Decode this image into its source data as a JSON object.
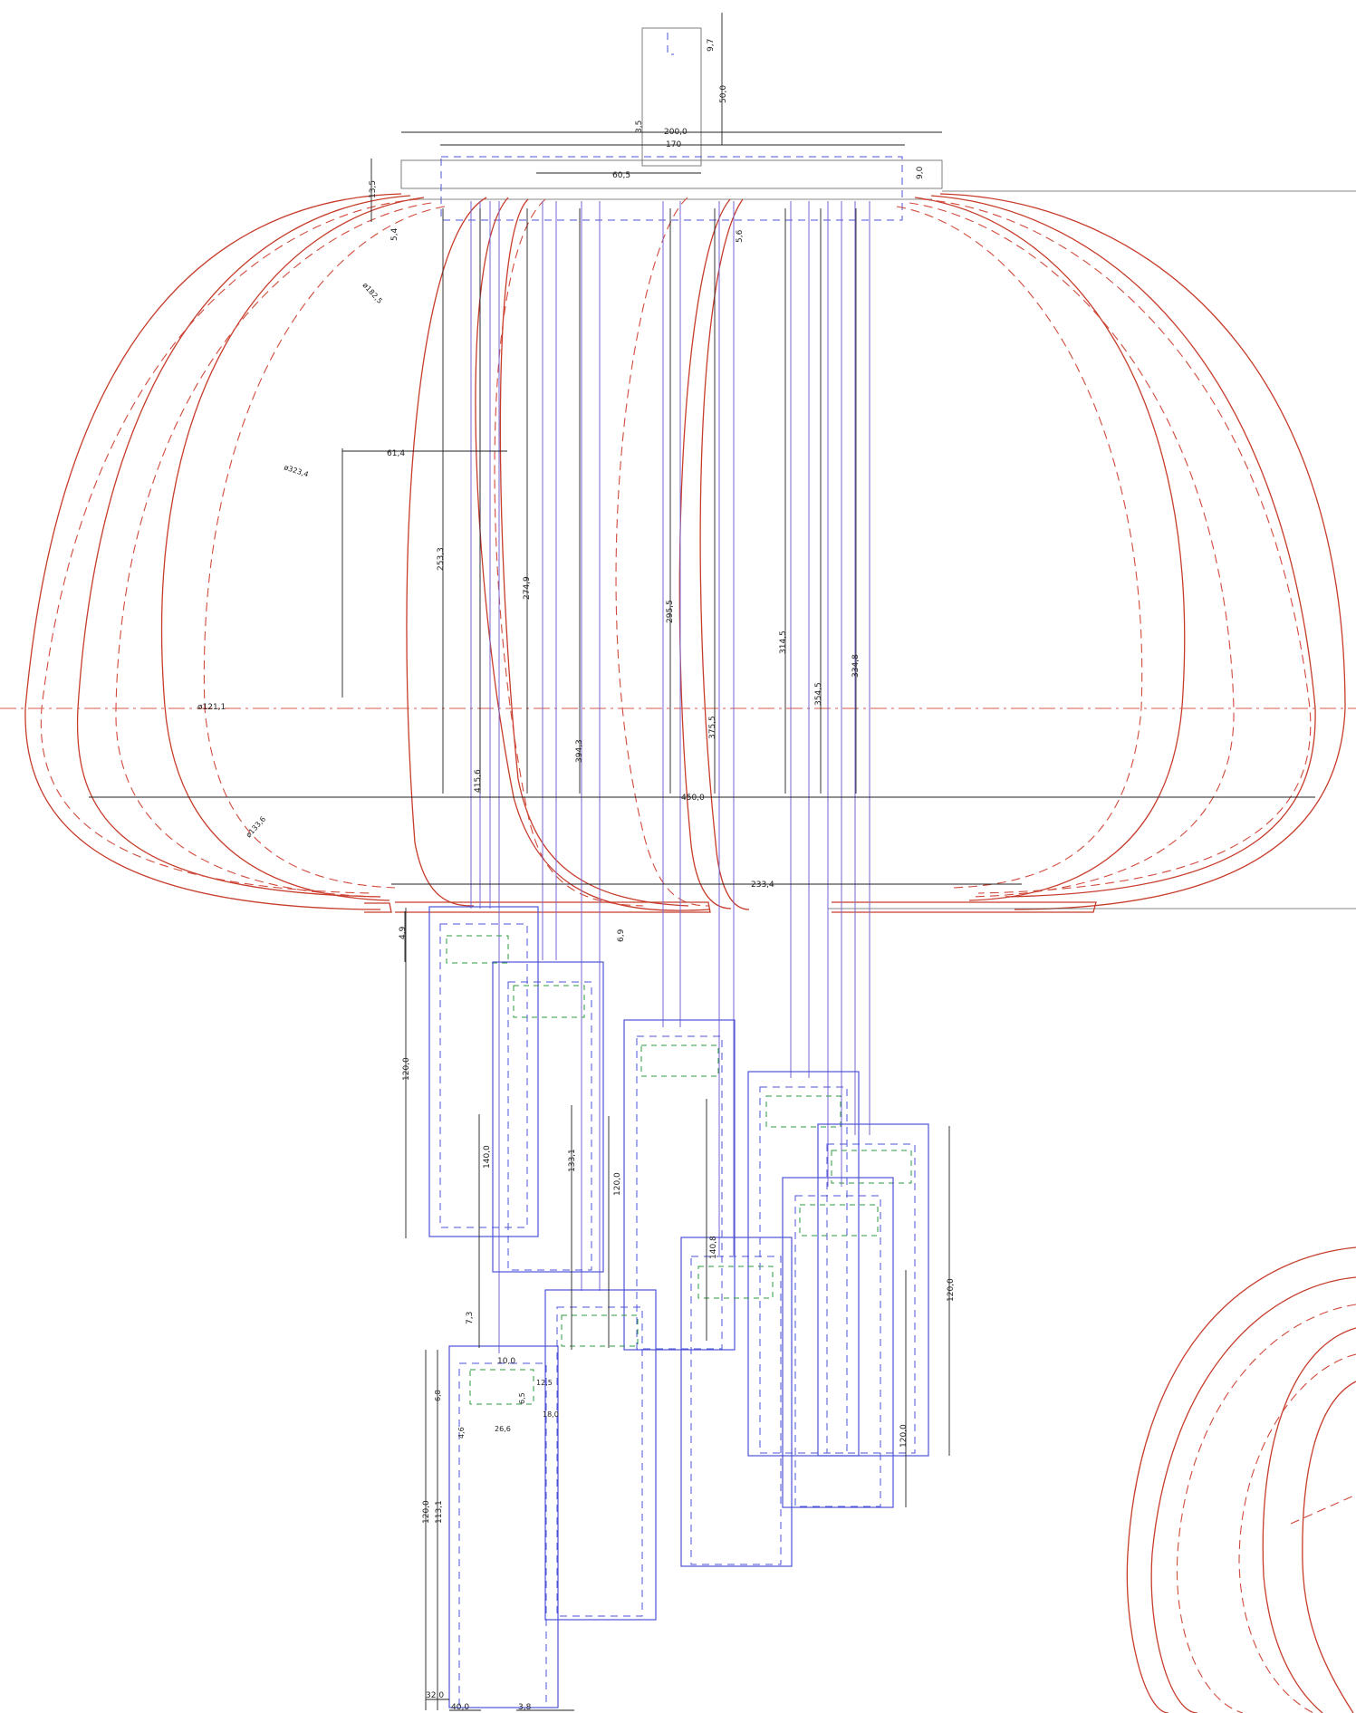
{
  "dimension_labels": {
    "top_offset": "9,7",
    "neck_height": "50,0",
    "wall_gap": "3,5",
    "outer_width": "200,0",
    "inner_width": "170",
    "neck_depth": "60,5",
    "ring_height": "9,0",
    "shell_top": "13,5",
    "shell_step": "5,4",
    "radius_upper": "ø182,5",
    "radius_mid": "ø323,4",
    "radius_lower": "ø133,6",
    "horizontal_offset": "61,4",
    "axis_offset": "ø121,1",
    "gap_center": "5,6",
    "height_253": "253,3",
    "height_274": "274,9",
    "height_295": "295,5",
    "height_314": "314,5",
    "height_334": "334,8",
    "height_354": "354,5",
    "height_375": "375,5",
    "height_394": "394,3",
    "height_415": "415,6",
    "overall_span": "450,0",
    "opening_span": "233,4",
    "pendant_top": "4,9",
    "pendant_step": "6,9",
    "pendant_len_120": "120,0",
    "pendant_len_140": "140,0",
    "pendant_len_133": "133,1",
    "pendant_len_140_8": "140,8",
    "pendant_len_113": "113,1",
    "small_7_3": "7,3",
    "small_10": "10,0",
    "small_6_8": "6,8",
    "small_12_5": "12,5",
    "small_6_5": "6,5",
    "small_18": "18,0",
    "small_4_6": "4,6",
    "small_26_6": "26,6",
    "bottom_32": "32,0",
    "bottom_40": "40,0",
    "bottom_3_8": "3,8"
  }
}
